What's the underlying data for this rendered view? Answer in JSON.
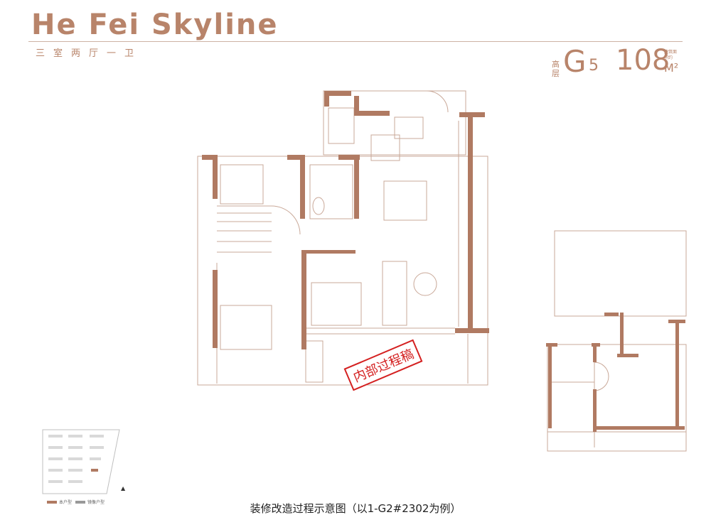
{
  "header": {
    "title": "He Fei Skyline",
    "subtitle": "三室两厅一卫",
    "tower_prefix": "高层",
    "tower_letter": "G",
    "tower_number": "5",
    "area_value": "108",
    "area_note": "建筑面积约",
    "area_unit": "M²"
  },
  "stamp": "内部过程稿",
  "caption": "装修改造过程示意图（以1-G2#2302为例）",
  "legend": [
    {
      "label": "本户型",
      "color": "#b07a62"
    },
    {
      "label": "镜像户型",
      "color": "#999999"
    }
  ],
  "colors": {
    "accent": "#b8846a",
    "wall": "#b07a62",
    "line": "#c9a898",
    "stamp": "#d42020"
  }
}
